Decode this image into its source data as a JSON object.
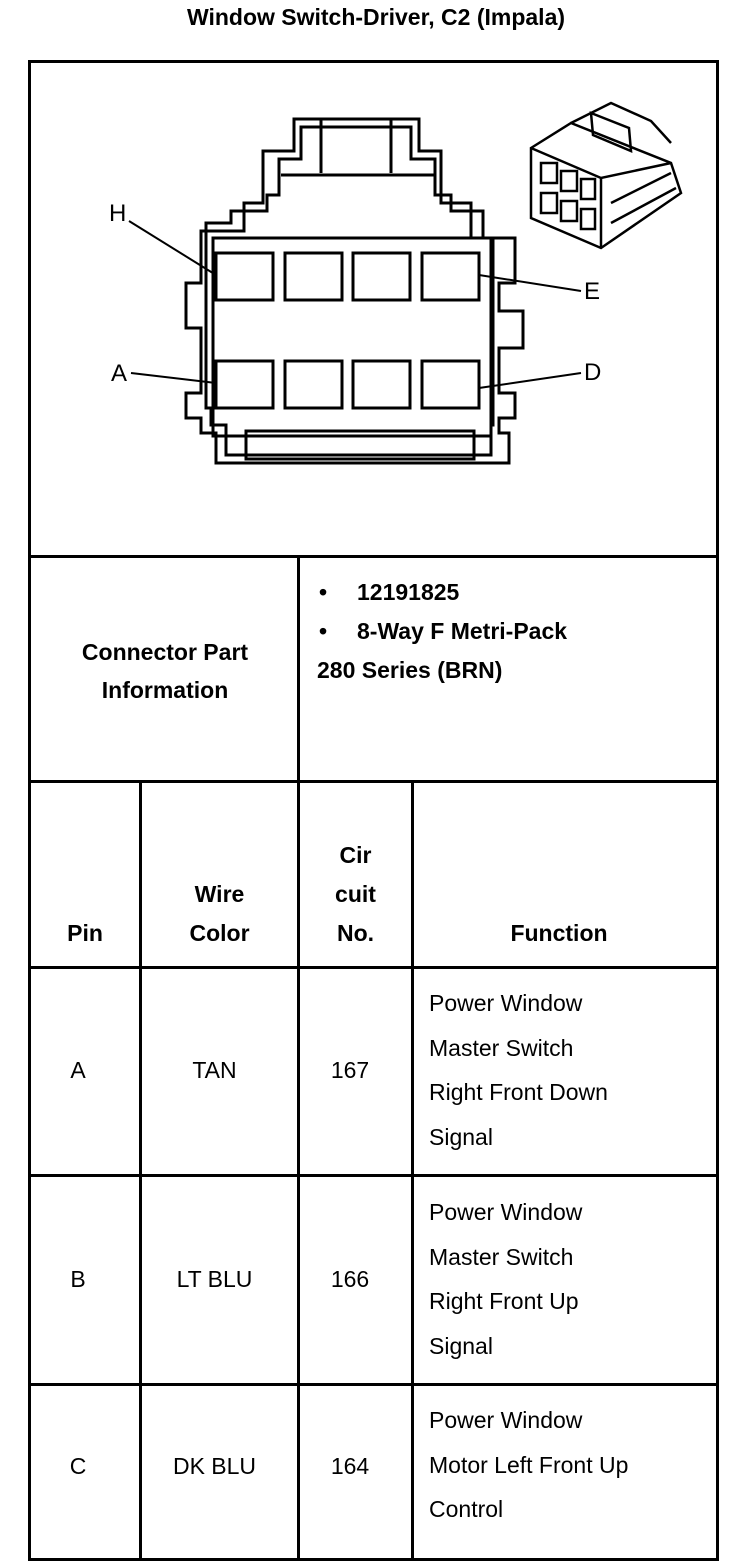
{
  "title": "Window Switch-Driver, C2 (Impala)",
  "diagram": {
    "pin_labels": {
      "top_left": "H",
      "top_right": "E",
      "bottom_left": "A",
      "bottom_right": "D"
    }
  },
  "connector_info": {
    "label_line1": "Connector Part",
    "label_line2": "Information",
    "part_number": "12191825",
    "type_line1": "8-Way F Metri-Pack",
    "type_line2": "280 Series (BRN)"
  },
  "table": {
    "headers": {
      "pin": "Pin",
      "wire_line1": "Wire",
      "wire_line2": "Color",
      "circuit_line1": "Cir",
      "circuit_line2": "cuit",
      "circuit_line3": "No.",
      "function": "Function"
    },
    "rows": [
      {
        "pin": "A",
        "wire_color": "TAN",
        "circuit": "167",
        "function": [
          "Power Window",
          "Master Switch",
          "Right Front Down",
          "Signal"
        ]
      },
      {
        "pin": "B",
        "wire_color": "LT BLU",
        "circuit": "166",
        "function": [
          "Power Window",
          "Master Switch",
          "Right Front Up",
          "Signal"
        ]
      },
      {
        "pin": "C",
        "wire_color": "DK BLU",
        "circuit": "164",
        "function": [
          "Power Window",
          "Motor Left Front Up",
          "Control"
        ]
      }
    ]
  }
}
